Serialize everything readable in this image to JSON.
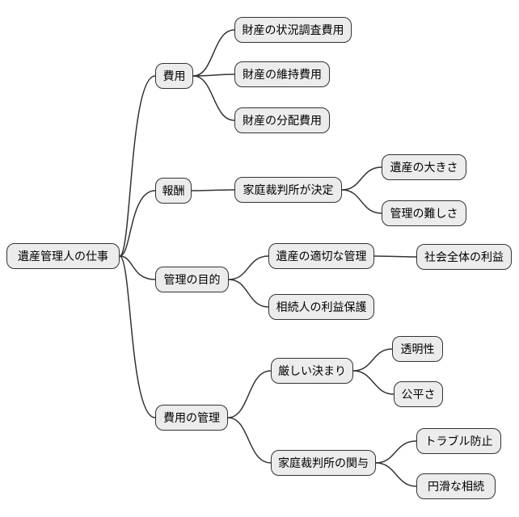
{
  "diagram": {
    "type": "mindmap",
    "orientation": "left-to-right"
  },
  "tree": {
    "label": "遺産管理人の仕事",
    "children": [
      {
        "label": "費用",
        "children": [
          {
            "label": "財産の状況調査費用"
          },
          {
            "label": "財産の維持費用"
          },
          {
            "label": "財産の分配費用"
          }
        ]
      },
      {
        "label": "報酬",
        "children": [
          {
            "label": "家庭裁判所が決定",
            "children": [
              {
                "label": "遺産の大きさ"
              },
              {
                "label": "管理の難しさ"
              }
            ]
          }
        ]
      },
      {
        "label": "管理の目的",
        "children": [
          {
            "label": "遺産の適切な管理",
            "children": [
              {
                "label": "社会全体の利益"
              }
            ]
          },
          {
            "label": "相続人の利益保護"
          }
        ]
      },
      {
        "label": "費用の管理",
        "children": [
          {
            "label": "厳しい決まり",
            "children": [
              {
                "label": "透明性"
              },
              {
                "label": "公平さ"
              }
            ]
          },
          {
            "label": "家庭裁判所の関与",
            "children": [
              {
                "label": "トラブル防止"
              },
              {
                "label": "円滑な相続"
              }
            ]
          }
        ]
      }
    ]
  },
  "colors": {
    "node_fill": "#ececec",
    "node_border": "#333333",
    "text": "#000000",
    "edge": "#333333",
    "background": "#ffffff"
  }
}
